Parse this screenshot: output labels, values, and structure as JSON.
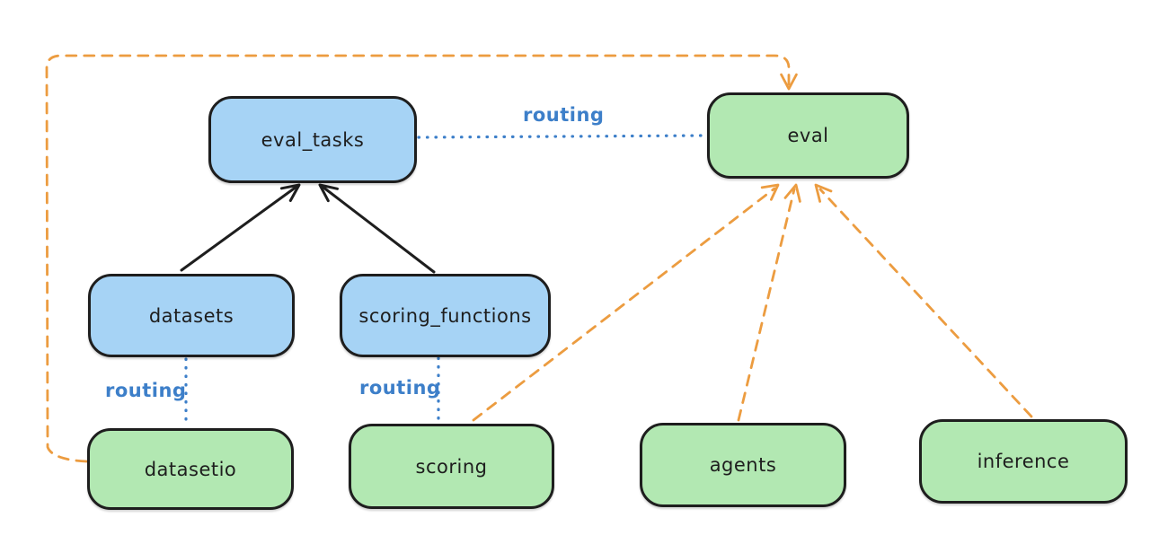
{
  "diagram": {
    "nodes": {
      "eval_tasks": {
        "label": "eval_tasks",
        "kind": "registry"
      },
      "eval": {
        "label": "eval",
        "kind": "api"
      },
      "datasets": {
        "label": "datasets",
        "kind": "registry"
      },
      "scoring_functions": {
        "label": "scoring_functions",
        "kind": "registry"
      },
      "datasetio": {
        "label": "datasetio",
        "kind": "api"
      },
      "scoring": {
        "label": "scoring",
        "kind": "api"
      },
      "agents": {
        "label": "agents",
        "kind": "api"
      },
      "inference": {
        "label": "inference",
        "kind": "api"
      }
    },
    "edge_labels": {
      "routing_eval_tasks_eval": "routing",
      "routing_datasets_datasetio": "routing",
      "routing_scoring_functions_scoring": "routing"
    },
    "edges": [
      {
        "from": "datasets",
        "to": "eval_tasks",
        "style": "solid-arrow",
        "color": "black"
      },
      {
        "from": "scoring_functions",
        "to": "eval_tasks",
        "style": "solid-arrow",
        "color": "black"
      },
      {
        "from": "eval_tasks",
        "to": "eval",
        "style": "dotted",
        "color": "blue",
        "label": "routing"
      },
      {
        "from": "datasets",
        "to": "datasetio",
        "style": "dotted",
        "color": "blue",
        "label": "routing"
      },
      {
        "from": "scoring_functions",
        "to": "scoring",
        "style": "dotted",
        "color": "blue",
        "label": "routing"
      },
      {
        "from": "datasetio",
        "to": "eval",
        "style": "dashed-arrow",
        "color": "orange"
      },
      {
        "from": "scoring",
        "to": "eval",
        "style": "dashed-arrow",
        "color": "orange"
      },
      {
        "from": "agents",
        "to": "eval",
        "style": "dashed-arrow",
        "color": "orange"
      },
      {
        "from": "inference",
        "to": "eval",
        "style": "dashed-arrow",
        "color": "orange"
      }
    ],
    "colors": {
      "registry_fill": "#a6d3f5",
      "api_fill": "#b2e8b2",
      "node_border": "#1e1e1e",
      "text": "#1e1e1e",
      "routing_line": "#3d7fc9",
      "dependency_arrow": "#1e1e1e",
      "provider_arrow": "#ec9c40"
    }
  }
}
